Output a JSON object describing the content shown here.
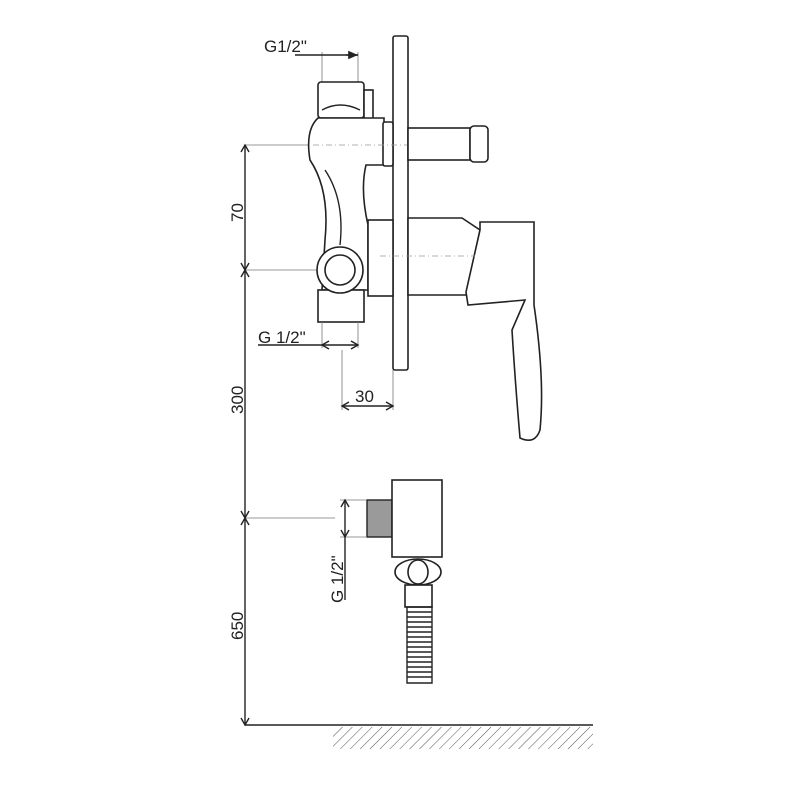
{
  "drawing": {
    "dimensions": {
      "top_thread": "G1/2\"",
      "center_distance": "70",
      "bottom_thread": "G 1/2\"",
      "to_outlet": "300",
      "plate_depth": "30",
      "outlet_thread": "G 1/2\"",
      "outlet_height": "650"
    },
    "colors": {
      "line": "#222222",
      "thread_fill": "#9a9a9a"
    }
  }
}
